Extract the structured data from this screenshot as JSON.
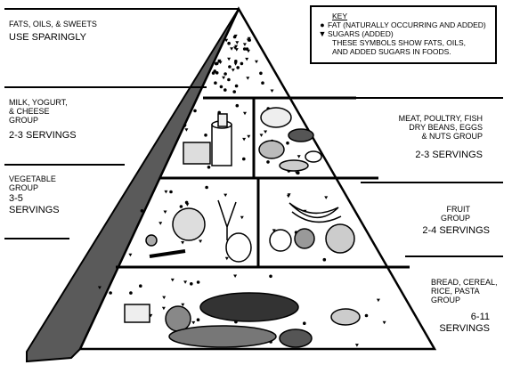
{
  "key": {
    "title": "KEY",
    "fat_label": "FAT (NATURALLY OCCURRING AND ADDED)",
    "sugar_label": "SUGARS (ADDED)",
    "note_line1": "THESE SYMBOLS SHOW FATS, OILS,",
    "note_line2": "AND ADDED SUGARS IN FOODS.",
    "fat_icon": "filled-circle",
    "sugar_icon": "filled-triangle"
  },
  "groups": {
    "fats": {
      "name": "FATS, OILS, & SWEETS",
      "servings": "USE SPARINGLY"
    },
    "milk": {
      "name_line1": "MILK, YOGURT,",
      "name_line2": "& CHEESE",
      "name_line3": "GROUP",
      "servings": "2-3 SERVINGS"
    },
    "vegetable": {
      "name_line1": "VEGETABLE",
      "name_line2": "GROUP",
      "servings_line1": "3-5",
      "servings_line2": "SERVINGS"
    },
    "meat": {
      "name_line1": "MEAT, POULTRY, FISH",
      "name_line2": "DRY BEANS, EGGS",
      "name_line3": "& NUTS GROUP",
      "servings": "2-3 SERVINGS"
    },
    "fruit": {
      "name_line1": "FRUIT",
      "name_line2": "GROUP",
      "servings": "2-4 SERVINGS"
    },
    "bread": {
      "name_line1": "BREAD, CEREAL,",
      "name_line2": "RICE, PASTA",
      "name_line3": "GROUP",
      "servings_line1": "6-11",
      "servings_line2": "SERVINGS"
    }
  }
}
